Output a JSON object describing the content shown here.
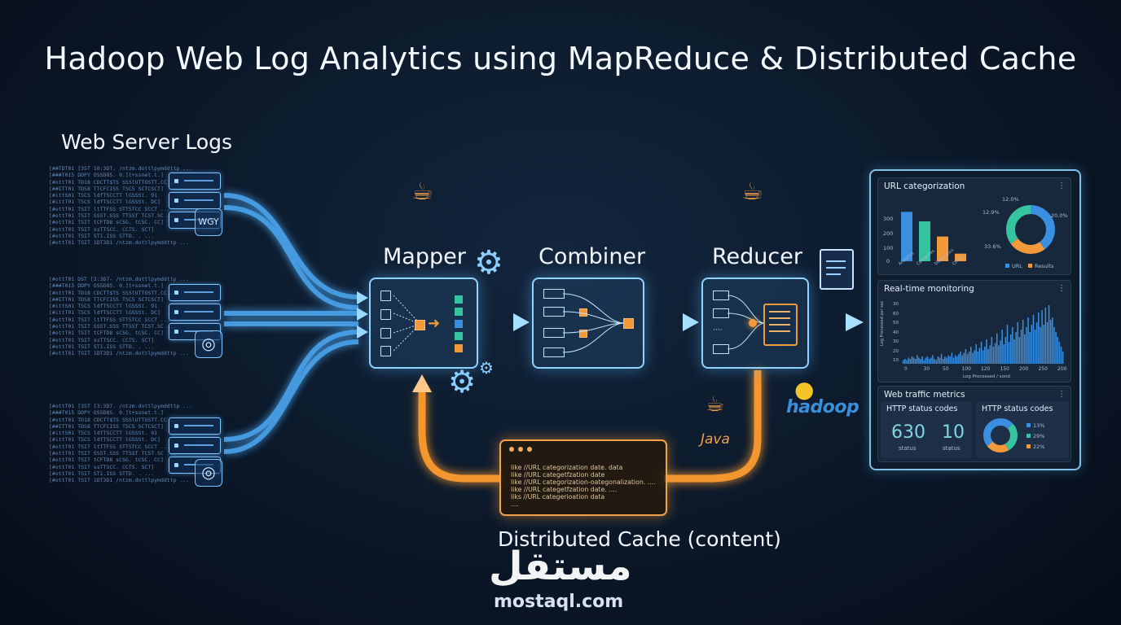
{
  "title": "Hadoop Web Log Analytics using MapReduce & Distributed Cache",
  "labels": {
    "web_server_logs": "Web Server Logs",
    "mapper": "Mapper",
    "combiner": "Combiner",
    "reducer": "Reducer",
    "distributed_cache": "Distributed Cache (content)",
    "java": "Java",
    "hadoop": "hadoop",
    "globe_text": "WGY"
  },
  "log_lines_a": [
    "[##TDT01 [3ST 10:3DT. /ntzm.dottlpymddttp ...",
    "[###T015 DDPY OSSD8S. 0.]t+ssnet.t.]",
    "[#ottT01 TD18 CDCTT$TS SSSlUTTOSTT.CC ...",
    "[##ITT01 TDS8 TTCFCISS TSC5 SCTCSCT]",
    "[#ittS01 TSCS ldfTSCCTT lGSSSt. 91",
    "[#ittT01 TSCS ldfTSCCTT lGSSSt. DC]",
    "[#ottT01 TSIT ltTTFSS STTSTCC SCCT ...",
    "[#ottT01 TSIT SSST.SSS TTSST TCST.SC ...",
    "[#ottT01 TSIT tCFTD8 sCSG. tCSC. CC]",
    "[#ottT01 TSIT ssTTSCC. CCTS. SCT]",
    "[#ottT01 TSIT ST1.ISS STTD. . ...",
    "[#ottT01 TSIT 1DT3D1 /ntzm.dottlpymddttp ..."
  ],
  "log_lines_b": [
    "[#ottT01 DST [3:3D7- /ntzm.dottlpymddttp ...",
    "[###T015 DDPY OSSD8S. 0.]t+ssnet.t.]",
    "[#ottT01 TD18 CDCTT$TS SSSlUTTOSTT.CC ...",
    "[##ITT01 TDS8 TTCFCISS TSC5 SCTCSCT]",
    "[#ittS01 TSCS ldfTSCCTT lGSSSt. 91",
    "[#ittT01 TSCS ldfTSCCTT lGSSSt. DC]",
    "[#ottT01 TSIT ltTTFSS STTSTCC SCCT ...",
    "[#ottT01 TSIT SSST.SSS TTSST TCST.SC ...",
    "[#ottT01 TSIT tCFTD8 sCSG. tCSC. CC]",
    "[#ottT01 TSIT ssTTSCC. CCTS. SCT]",
    "[#ottT01 TSIT ST1.ISS STTD. . ...",
    "[#ottT01 TSIT 1DT3D1 /ntzm.dottlpymddttp ..."
  ],
  "log_lines_c": [
    "[#ottT01 [3ST [3:3D7. /ntzm.dottlpymddttp ...",
    "[###T015 DDPY OSSD8S. 0.]t+ssnet.t.]",
    "[#ottT01 TD18 CDCTT$TS SSSlUTTOSTT.CC ...",
    "[##ITT01 TDS8 TTCFCISS TSC5 SCTCSCT]",
    "[#ittS01 TSCS ldfTSCCTT lGSSSt. 91",
    "[#ittT01 TSCS ldfTSCCTT lGSSSt. DC]",
    "[#ottT01 TSIT ltTTFSS STTSTCC SCCT ...",
    "[#ottT01 TSIT SSST.SSS TTSST TCST.SC ...",
    "[#ottT01 TSIT tCFTD8 sCSG. tCSC. CC]",
    "[#ottT01 TSIT ssTTSCC. CCTS. SCT]",
    "[#ottT01 TSIT ST1.ISS STTD. . ...",
    "[#ottT01 TSIT 1DT3D1 /ntzm.dottlpymddttp ..."
  ],
  "cache_lines": [
    "like //URL categorization date. data",
    "like //URL categetfzation date",
    "like //URL categorization-oategonalization. ....",
    "like //URL categetfzation date. ....",
    "liks //URL categerioation data",
    "...."
  ],
  "dashboard": {
    "panel1_title": "URL categorization",
    "bar_yticks": [
      "300",
      "200",
      "100",
      "0"
    ],
    "bar_xlabels": [
      "Analytics",
      "Categories",
      "Diagnostics",
      "Clicks"
    ],
    "bar_values": [
      260,
      210,
      130,
      40
    ],
    "bar_colors": [
      "#3a8fe0",
      "#35c3a0",
      "#f29a3a",
      "#f29a3a"
    ],
    "donut1_labels": [
      "12.0%",
      "12.9%",
      "20.0%",
      "33.6%"
    ],
    "donut1_segments": [
      {
        "value": 40,
        "color": "#3a8fe0"
      },
      {
        "value": 25,
        "color": "#f29a3a"
      },
      {
        "value": 35,
        "color": "#35c3a0"
      }
    ],
    "legend1": [
      "URL",
      "Results"
    ],
    "legend1_colors": [
      "#3a8fe0",
      "#f29a3a"
    ],
    "panel2_title": "Real-time monitoring",
    "rt_yticks": [
      "30",
      "60",
      "50",
      "40",
      "30",
      "20",
      "10"
    ],
    "rt_xticks": [
      "0",
      "30",
      "50",
      "100",
      "120",
      "150",
      "200",
      "250",
      "200"
    ],
    "rt_ylabel": "Log Processed per sec",
    "rt_xlabel": "Log Processed / sond",
    "rt_values": [
      3,
      4,
      3,
      5,
      4,
      6,
      5,
      4,
      7,
      5,
      4,
      6,
      3,
      5,
      6,
      4,
      5,
      7,
      4,
      3,
      6,
      5,
      8,
      4,
      6,
      5,
      7,
      6,
      9,
      5,
      7,
      6,
      8,
      10,
      7,
      9,
      12,
      8,
      10,
      14,
      9,
      11,
      16,
      10,
      13,
      18,
      11,
      14,
      20,
      12,
      15,
      22,
      14,
      17,
      25,
      15,
      19,
      28,
      16,
      22,
      32,
      18,
      24,
      30,
      20,
      26,
      34,
      22,
      28,
      36,
      24,
      30,
      38,
      26,
      32,
      40,
      28,
      34,
      42,
      30,
      44,
      32,
      46,
      34,
      48,
      36,
      38,
      30,
      26,
      22,
      18,
      14,
      10
    ],
    "panel3_title": "Web traffic metrics",
    "sub1_title": "HTTP status codes",
    "sub2_title": "HTTP status codes",
    "num1": "630",
    "num1_label": "status",
    "num2": "10",
    "num2_label": "status",
    "donut2_legend": [
      "13%",
      "29%",
      "22%"
    ],
    "donut2_colors": [
      "#3a8fe0",
      "#35c3a0",
      "#f29a3a"
    ],
    "donut2_segments": [
      {
        "value": 13,
        "color": "#3a8fe0"
      },
      {
        "value": 29,
        "color": "#35c3a0"
      },
      {
        "value": 22,
        "color": "#f29a3a"
      },
      {
        "value": 36,
        "color": "#3a8fe0"
      }
    ]
  },
  "watermark": {
    "arabic": "مستقل",
    "latin": "mostaql.com"
  }
}
